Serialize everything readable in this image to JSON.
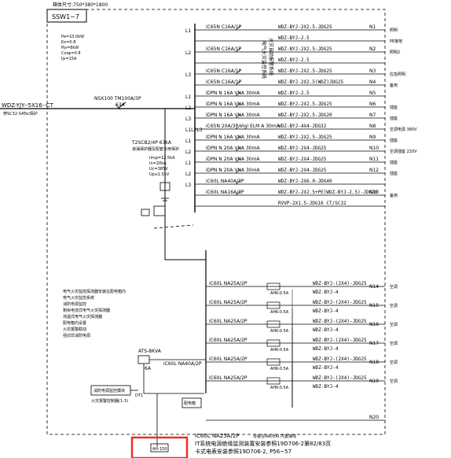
{
  "header": {
    "size_note": "箱体尺寸:750*380*1800",
    "panel_id": "SSW1~7"
  },
  "incoming": {
    "cable": "WDZ-YJY--5X16--CT",
    "sub": "穿SC32-SATsc保护",
    "main_breaker": "NSX100 TM100A/3P",
    "main_rating": "63A",
    "params": [
      "Pe=10.0kW",
      "Kx=0.8",
      "Pjs=8kW",
      "Cosφ=0.8",
      "Ijs=15A"
    ]
  },
  "spd": {
    "label": "T2SCB2/4P 63kA",
    "sub": "浪涌保护器及配套专用保护",
    "params": [
      "Iimp=12.5kA",
      "In=20kA",
      "Uc=385V",
      "Up≤1.5kV"
    ]
  },
  "side_labels": [
    "火灾自动报警系统",
    "电气火灾监控系统"
  ],
  "notes_block": [
    "电气火灾监控探测器安装在配电箱内",
    "电气火灾监控系统",
    "消防电源监控",
    "剩余电流式电气火灾探测器",
    "测温式电气火灾探测器",
    "配电箱内设置",
    "火灾报警联动",
    "强切非消防电源"
  ],
  "circuits": [
    {
      "breaker": "iC65N C16A/1P",
      "phase": "L1",
      "cable": "WDZ-BYJ-2X2.5-JDG25",
      "code": "N1",
      "use": "照明"
    },
    {
      "breaker": "",
      "phase": "",
      "cable": "WDZ-BYJ-2.5",
      "code": "",
      "use": "PE接地"
    },
    {
      "breaker": "iC65N C16A/1P",
      "phase": "L2",
      "cable": "WDZ-BYJ-2X2.5-JDG25",
      "code": "N2",
      "use": "照明2"
    },
    {
      "breaker": "",
      "phase": "",
      "cable": "WDZ-BYJ-2.5",
      "code": "",
      "use": ""
    },
    {
      "breaker": "iC65N C16A/1P",
      "phase": "L3",
      "cable": "WDZ-BYJ-2X2.5-JDG25",
      "code": "N3",
      "use": "应急照明"
    },
    {
      "breaker": "iC65N C16A/1P",
      "phase": "",
      "cable": "WDZ-BYJ-2X2.5(WDZ)JDG25",
      "code": "N4",
      "use": "备用"
    },
    {
      "breaker": "iDPN N 16A VNA 30mA",
      "phase": "L1",
      "cable": "WDZ-BYJ-2.5",
      "code": "N5",
      "use": ""
    },
    {
      "breaker": "iDPN N 16A VNA 30mA",
      "phase": "L2",
      "cable": "WDZ-BYJ-2X2.5-JDG25",
      "code": "N6",
      "use": "插座"
    },
    {
      "breaker": "iDPN N 16A VNA 30mA",
      "phase": "L3",
      "cable": "WDZ-BYJ-2X2.5-JDG20",
      "code": "N7",
      "use": "插座"
    },
    {
      "breaker": "iC65N 20A/3P Vigi ELM A 30mA",
      "phase": "L1L2L3",
      "cable": "WDZ-BYJ-4X4-JDG32",
      "code": "N8",
      "use": "空调电源 380V"
    },
    {
      "breaker": "iDPN N 16A VNA 30mA",
      "phase": "L1",
      "cable": "WDZ-BYJ-2X2.5-JDG25",
      "code": "N9",
      "use": "插座"
    },
    {
      "breaker": "iDPN N 20A VNA 30mA",
      "phase": "L2",
      "cable": "WDZ-BYJ-2X4-JDG25",
      "code": "N10",
      "use": "空调插座 220V"
    },
    {
      "breaker": "iDPN N 20A VNA 30mA",
      "phase": "L1",
      "cable": "WDZ-BYJ-2X4-JDG25",
      "code": "N11",
      "use": "插座"
    },
    {
      "breaker": "iDPN N 20A VNA 30mA",
      "phase": "L2",
      "cable": "WDZ-BYJ-2X4-JDG25",
      "code": "N12",
      "use": "插座"
    },
    {
      "breaker": "iC60L NA40A/3P",
      "phase": "L3",
      "cable": "WDZ-BYJ-2X6.0-JDG40",
      "code": "",
      "use": ""
    },
    {
      "breaker": "iC60L NA16A/3P",
      "phase": "",
      "cable": "WDZ-BYJ-2X2.5+PE(WDZ-BYJ-2.5)-JDG20",
      "code": "N13",
      "use": "备用"
    },
    {
      "breaker": "",
      "phase": "",
      "cable": "RVVP-2X1.5-JDG16 CT/SC32",
      "code": "",
      "use": ""
    }
  ],
  "lower_circuits": [
    {
      "breaker": "iC60L NA25A/2P",
      "cable": "WDZ-BYJ-(2X4)-JDG25",
      "code": "N14",
      "use": "空调"
    },
    {
      "breaker": "iC60L NA25A/2P",
      "cable": "WDZ-BYJ-(2X4)-JDG25",
      "code": "N15",
      "use": "空调"
    },
    {
      "breaker": "iC60L NA25A/2P",
      "cable": "WDZ-BYJ-(2X4)-JDG25",
      "code": "N16",
      "use": "空调"
    },
    {
      "breaker": "iC60L NA25A/2P",
      "cable": "WDZ-BYJ-(2X4)-JDG25",
      "code": "N17",
      "use": "空调"
    },
    {
      "breaker": "iC60L NA25A/2P",
      "cable": "WDZ-BYJ-(2X4)-JDG25",
      "code": "N18",
      "use": "空调"
    },
    {
      "breaker": "iC60L NA25A/2P",
      "cable": "WDZ-BYJ-(2X4)-JDG25",
      "code": "N19",
      "use": "空调"
    }
  ],
  "lower_cable_sub": "WDZ-BYJ-4",
  "amp_tag": "AHK-0.5A",
  "ats": {
    "label": "ATS-8KVA",
    "breaker": "iC60L NA40A/2P",
    "rating": "6A"
  },
  "module": {
    "label": "消防电源监控模块",
    "sub": "火灾报警控制器(1-3)"
  },
  "dt_label": "DT1",
  "box_label": "配电箱",
  "n20": "N20",
  "footer": {
    "line1": "iC60L NA25A/2P",
    "line1_note": "安装在NAI/ERI 内置接线",
    "line2": "IT系统电源绝缘监测装置安装参照19D706-2第82/83页",
    "line3": "卡式电表安装参照19D706-2, P56~57",
    "highlight": "AH-150"
  },
  "colors": {
    "highlight": "#e8322a",
    "line": "#000000"
  }
}
